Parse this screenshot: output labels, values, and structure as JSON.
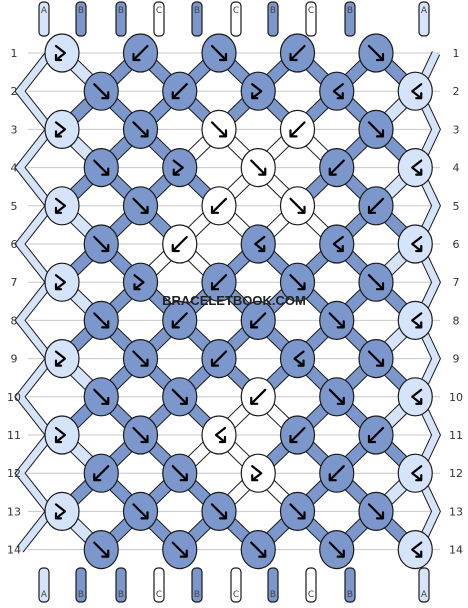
{
  "watermark": "BRACELETBOOK.COM",
  "colors": {
    "A": "#d6e4fb",
    "B": "#7b97cc",
    "C": "#ffffff",
    "outline": "#1a1a1a",
    "grid": "#9a9a9a"
  },
  "strands_top": [
    "A",
    "B",
    "B",
    "C",
    "B",
    "C",
    "B",
    "C",
    "B",
    "A"
  ],
  "strands_bottom": [
    "A",
    "B",
    "B",
    "C",
    "B",
    "C",
    "B",
    "C",
    "B",
    "A"
  ],
  "row_numbers": [
    "1",
    "2",
    "3",
    "4",
    "5",
    "6",
    "7",
    "8",
    "9",
    "10",
    "11",
    "12",
    "13",
    "14"
  ],
  "rows": [
    {
      "knots": [
        {
          "c": "A",
          "d": "fb"
        },
        {
          "c": "B",
          "d": "b"
        },
        {
          "c": "B",
          "d": "f"
        },
        {
          "c": "B",
          "d": "b"
        },
        {
          "c": "B",
          "d": "f"
        }
      ]
    },
    {
      "knots": [
        {
          "c": "B",
          "d": "f"
        },
        {
          "c": "B",
          "d": "b"
        },
        {
          "c": "B",
          "d": "fb"
        },
        {
          "c": "B",
          "d": "bf"
        },
        {
          "c": "A",
          "d": "bf"
        }
      ]
    },
    {
      "knots": [
        {
          "c": "A",
          "d": "fb"
        },
        {
          "c": "B",
          "d": "f"
        },
        {
          "c": "C",
          "d": "f"
        },
        {
          "c": "C",
          "d": "b"
        },
        {
          "c": "B",
          "d": "f"
        }
      ]
    },
    {
      "knots": [
        {
          "c": "B",
          "d": "f"
        },
        {
          "c": "B",
          "d": "fb"
        },
        {
          "c": "C",
          "d": "f"
        },
        {
          "c": "B",
          "d": "b"
        },
        {
          "c": "A",
          "d": "bf"
        }
      ]
    },
    {
      "knots": [
        {
          "c": "A",
          "d": "fb"
        },
        {
          "c": "B",
          "d": "f"
        },
        {
          "c": "C",
          "d": "b"
        },
        {
          "c": "C",
          "d": "f"
        },
        {
          "c": "B",
          "d": "b"
        }
      ]
    },
    {
      "knots": [
        {
          "c": "B",
          "d": "f"
        },
        {
          "c": "C",
          "d": "b"
        },
        {
          "c": "B",
          "d": "bf"
        },
        {
          "c": "B",
          "d": "bf"
        },
        {
          "c": "A",
          "d": "bf"
        }
      ]
    },
    {
      "knots": [
        {
          "c": "A",
          "d": "fb"
        },
        {
          "c": "B",
          "d": "fb"
        },
        {
          "c": "B",
          "d": "b"
        },
        {
          "c": "B",
          "d": "f"
        },
        {
          "c": "B",
          "d": "f"
        }
      ]
    },
    {
      "knots": [
        {
          "c": "B",
          "d": "f"
        },
        {
          "c": "B",
          "d": "b"
        },
        {
          "c": "B",
          "d": "b"
        },
        {
          "c": "B",
          "d": "f"
        },
        {
          "c": "A",
          "d": "bf"
        }
      ]
    },
    {
      "knots": [
        {
          "c": "A",
          "d": "fb"
        },
        {
          "c": "B",
          "d": "f"
        },
        {
          "c": "B",
          "d": "b"
        },
        {
          "c": "B",
          "d": "bf"
        },
        {
          "c": "B",
          "d": "f"
        }
      ]
    },
    {
      "knots": [
        {
          "c": "B",
          "d": "f"
        },
        {
          "c": "B",
          "d": "f"
        },
        {
          "c": "C",
          "d": "b"
        },
        {
          "c": "B",
          "d": "f"
        },
        {
          "c": "A",
          "d": "bf"
        }
      ]
    },
    {
      "knots": [
        {
          "c": "A",
          "d": "fb"
        },
        {
          "c": "B",
          "d": "f"
        },
        {
          "c": "C",
          "d": "bf"
        },
        {
          "c": "B",
          "d": "b"
        },
        {
          "c": "B",
          "d": "b"
        }
      ]
    },
    {
      "knots": [
        {
          "c": "B",
          "d": "b"
        },
        {
          "c": "B",
          "d": "f"
        },
        {
          "c": "C",
          "d": "fb"
        },
        {
          "c": "B",
          "d": "b"
        },
        {
          "c": "A",
          "d": "bf"
        }
      ]
    },
    {
      "knots": [
        {
          "c": "A",
          "d": "fb"
        },
        {
          "c": "B",
          "d": "f"
        },
        {
          "c": "B",
          "d": "f"
        },
        {
          "c": "B",
          "d": "f"
        },
        {
          "c": "B",
          "d": "f"
        }
      ]
    },
    {
      "knots": [
        {
          "c": "B",
          "d": "f"
        },
        {
          "c": "B",
          "d": "f"
        },
        {
          "c": "B",
          "d": "f"
        },
        {
          "c": "B",
          "d": "f"
        },
        {
          "c": "A",
          "d": "bf"
        }
      ]
    }
  ]
}
